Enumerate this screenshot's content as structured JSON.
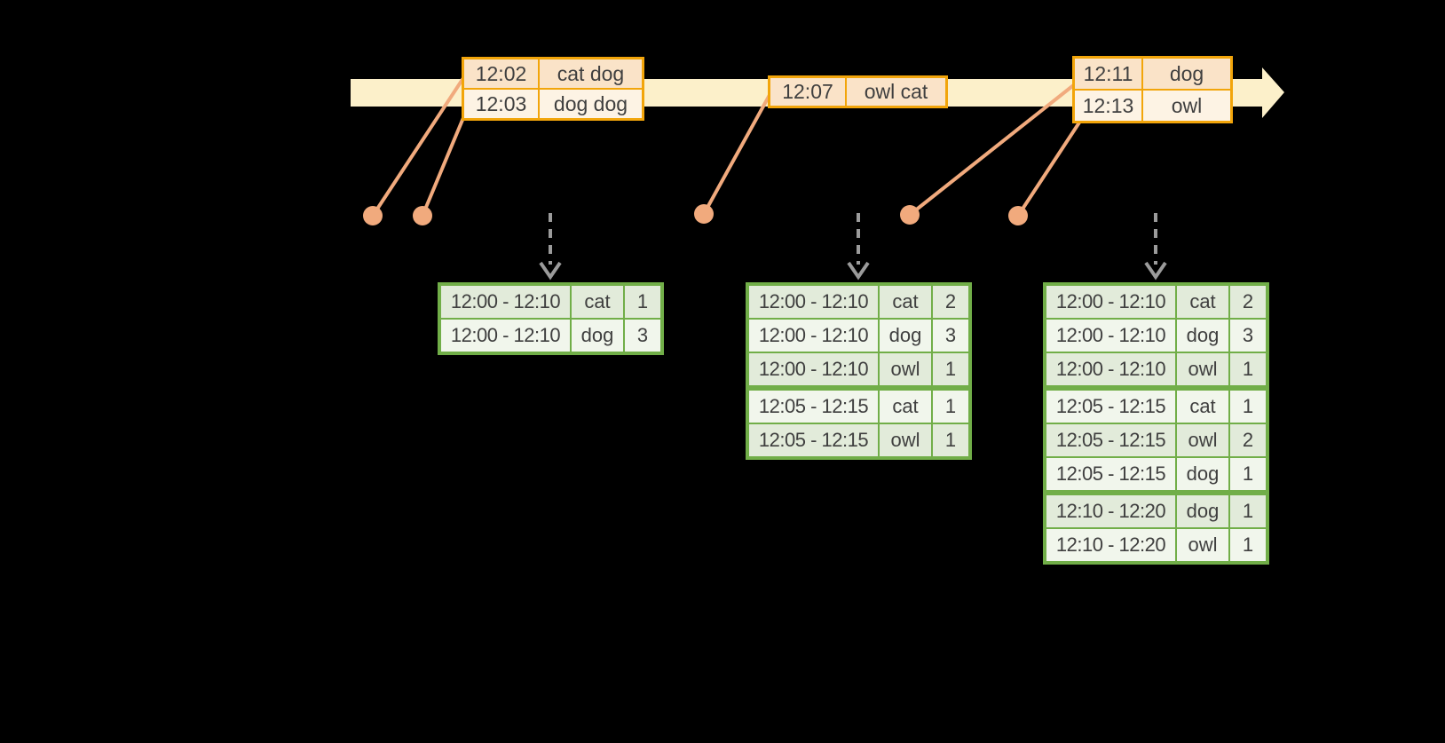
{
  "colors": {
    "background": "#000000",
    "timeline_band": "#FCF0CA",
    "event_table_border": "#F2A50A",
    "event_cell_dark": "#FAE3C8",
    "event_cell_light": "#FDF3E4",
    "result_table_border": "#71AE48",
    "result_cell_dark": "#E2EBDA",
    "result_cell_light": "#F1F6EC",
    "connector": "#F1AA7D",
    "trigger_arrow": "#9B9B9B",
    "text": "#3F3F3F"
  },
  "event_tables": [
    {
      "name": "event-table-1",
      "rows": [
        {
          "time": "12:02",
          "words": "cat dog"
        },
        {
          "time": "12:03",
          "words": "dog dog"
        }
      ]
    },
    {
      "name": "event-table-2",
      "rows": [
        {
          "time": "12:07",
          "words": "owl cat"
        }
      ]
    },
    {
      "name": "event-table-3",
      "rows": [
        {
          "time": "12:11",
          "words": "dog"
        },
        {
          "time": "12:13",
          "words": "owl"
        }
      ]
    }
  ],
  "result_tables": [
    {
      "name": "windowed-counts-trigger-1",
      "rows": [
        {
          "window": "12:00 - 12:10",
          "word": "cat",
          "count": "1"
        },
        {
          "window": "12:00 - 12:10",
          "word": "dog",
          "count": "3"
        }
      ]
    },
    {
      "name": "windowed-counts-trigger-2",
      "rows": [
        {
          "window": "12:00 - 12:10",
          "word": "cat",
          "count": "2"
        },
        {
          "window": "12:00 - 12:10",
          "word": "dog",
          "count": "3"
        },
        {
          "window": "12:00 - 12:10",
          "word": "owl",
          "count": "1"
        },
        {
          "window": "12:05 - 12:15",
          "word": "cat",
          "count": "1",
          "group_start": true
        },
        {
          "window": "12:05 - 12:15",
          "word": "owl",
          "count": "1"
        }
      ]
    },
    {
      "name": "windowed-counts-trigger-3",
      "rows": [
        {
          "window": "12:00 - 12:10",
          "word": "cat",
          "count": "2"
        },
        {
          "window": "12:00 - 12:10",
          "word": "dog",
          "count": "3"
        },
        {
          "window": "12:00 - 12:10",
          "word": "owl",
          "count": "1"
        },
        {
          "window": "12:05 - 12:15",
          "word": "cat",
          "count": "1",
          "group_start": true
        },
        {
          "window": "12:05 - 12:15",
          "word": "owl",
          "count": "2"
        },
        {
          "window": "12:05 - 12:15",
          "word": "dog",
          "count": "1"
        },
        {
          "window": "12:10 - 12:20",
          "word": "dog",
          "count": "1",
          "group_start": true
        },
        {
          "window": "12:10 - 12:20",
          "word": "owl",
          "count": "1"
        }
      ]
    }
  ]
}
